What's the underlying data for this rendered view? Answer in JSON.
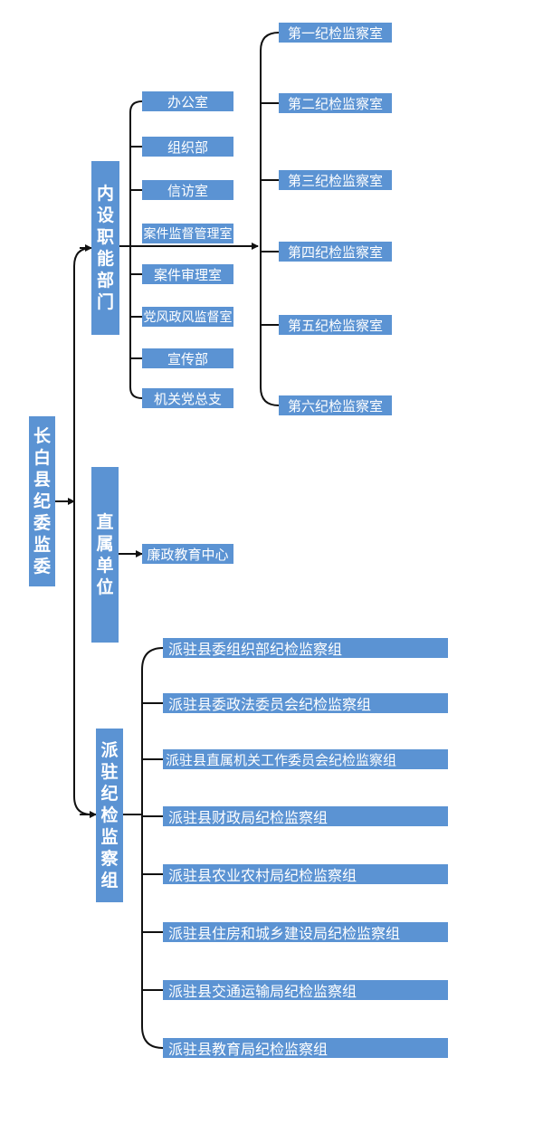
{
  "root": {
    "label": "长白县纪委监委"
  },
  "branches": [
    {
      "label": "内设职能部门"
    },
    {
      "label": "直属单位"
    },
    {
      "label": "派驻纪检监察组"
    }
  ],
  "internal_departments": [
    {
      "label": "办公室"
    },
    {
      "label": "组织部"
    },
    {
      "label": "信访室"
    },
    {
      "label": "案件监督管理室"
    },
    {
      "label": "案件审理室"
    },
    {
      "label": "党风政风监督室"
    },
    {
      "label": "宣传部"
    },
    {
      "label": "机关党总支"
    }
  ],
  "inspection_rooms": [
    {
      "label": "第一纪检监察室"
    },
    {
      "label": "第二纪检监察室"
    },
    {
      "label": "第三纪检监察室"
    },
    {
      "label": "第四纪检监察室"
    },
    {
      "label": "第五纪检监察室"
    },
    {
      "label": "第六纪检监察室"
    }
  ],
  "direct_units": [
    {
      "label": "廉政教育中心"
    }
  ],
  "stationed_groups": [
    {
      "label": "派驻县委组织部纪检监察组"
    },
    {
      "label": "派驻县委政法委员会纪检监察组"
    },
    {
      "label": "派驻县直属机关工作委员会纪检监察组"
    },
    {
      "label": "派驻县财政局纪检监察组"
    },
    {
      "label": "派驻县农业农村局纪检监察组"
    },
    {
      "label": "派驻县住房和城乡建设局纪检监察组"
    },
    {
      "label": "派驻县交通运输局纪检监察组"
    },
    {
      "label": "派驻县教育局纪检监察组"
    }
  ],
  "colors": {
    "box": "#5b93d3",
    "line": "#111111"
  }
}
